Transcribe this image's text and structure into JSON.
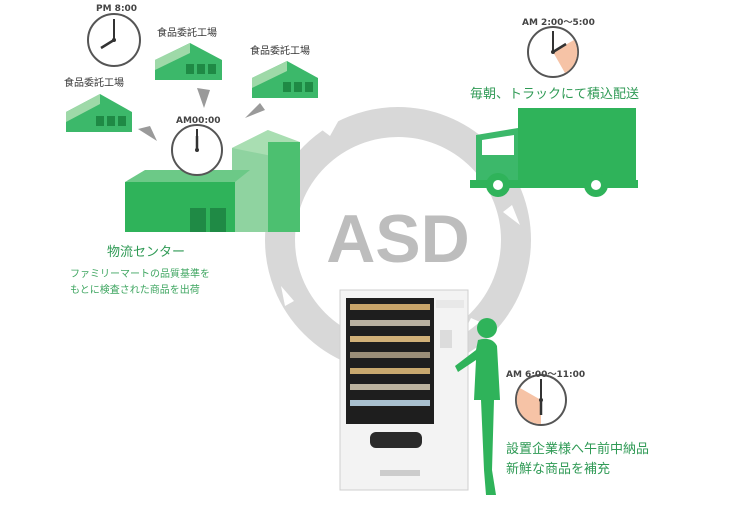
{
  "center_label": "ASD",
  "factories": [
    {
      "label": "食品委託工場"
    },
    {
      "label": "食品委託工場"
    },
    {
      "label": "食品委託工場"
    }
  ],
  "clocks": {
    "pm": "PM 8:00",
    "midnight": "AM00:00",
    "early": "AM 2:00〜5:00",
    "morning": "AM 6:00〜11:00"
  },
  "distribution_center": {
    "title": "物流センター",
    "desc_line1": "ファミリーマートの品質基準を",
    "desc_line2": "もとに検査された商品を出荷"
  },
  "truck_caption": "毎朝、トラックにて積込配送",
  "delivery_caption_line1": "設置企業様へ午前中納品",
  "delivery_caption_line2": "新鮮な商品を補充",
  "colors": {
    "green_dark": "#2fb35a",
    "green_mid": "#4cc070",
    "green_light": "#9ed9a8",
    "ring": "#d6d6d6",
    "clock_sector": "#f6c3a6",
    "text_green": "#2f9a55"
  }
}
